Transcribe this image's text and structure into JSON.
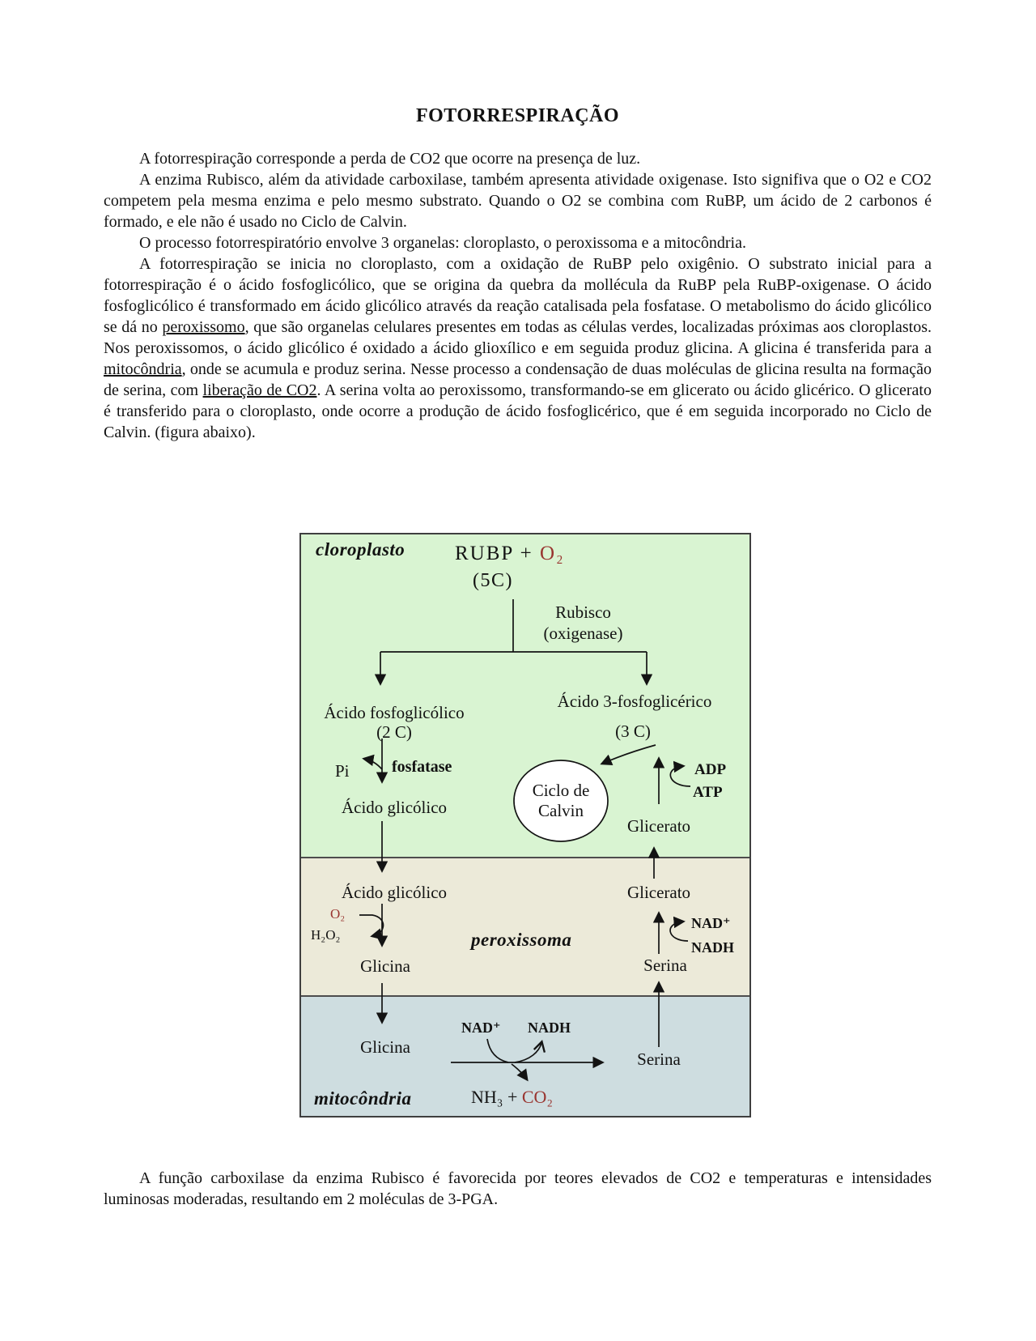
{
  "document": {
    "title": "FOTORRESPIRAÇÃO",
    "paragraph1": "A fotorrespiração corresponde a perda de CO2 que ocorre na presença de luz.",
    "paragraph2": "A enzima Rubisco, além da atividade carboxilase, também apresenta atividade oxigenase. Isto signifiva que o O2 e CO2 competem pela mesma enzima e pelo mesmo substrato. Quando o O2 se combina com RuBP, um ácido de 2 carbonos é formado, e ele não é usado no Ciclo de Calvin.",
    "paragraph3": "O processo fotorrespiratório envolve 3 organelas: cloroplasto, o peroxissoma e a mitocôndria.",
    "paragraph4": {
      "part1": "A fotorrespiração se inicia no cloroplasto, com a oxidação de RuBP pelo oxigênio. O substrato inicial para a fotorrespiração é o ácido fosfoglicólico, que se origina da quebra da mollécula da RuBP pela RuBP-oxigenase. O ácido fosfoglicólico é transformado em ácido glicólico através da reação catalisada pela fosfatase. O metabolismo do ácido glicólico se dá no ",
      "underline1": "peroxissomo",
      "part2": ", que são organelas celulares presentes em todas as células verdes, localizadas próximas aos cloroplastos. Nos peroxissomos, o ácido glicólico é oxidado a ácido glioxílico e em seguida produz glicina. A glicina é transferida para a ",
      "underline2": "mitocôndria",
      "part3": ", onde se acumula e produz serina. Nesse processo a condensação de duas moléculas de glicina resulta na formação de serina, com ",
      "underline3": "liberação de CO2",
      "part4": ". A serina volta ao peroxissomo, transformando-se em glicerato ou ácido glicérico. O glicerato é transferido para o cloroplasto, onde ocorre a produção de ácido fosfoglicérico, que é em seguida incorporado no Ciclo de Calvin. (figura abaixo)."
    },
    "paragraph5": "A função carboxilase da enzima Rubisco é favorecida por teores elevados de CO2 e temperaturas e intensidades luminosas moderadas, resultando em 2 moléculas de 3-PGA."
  },
  "figure": {
    "colors": {
      "chloroplast_bg": "#d9f4d2",
      "peroxisome_bg": "#ecead9",
      "mitochondria_bg": "#cedde0",
      "highlight_red": "#993530",
      "border": "#3f3f3f"
    },
    "chloroplast": {
      "label": "cloroplasto",
      "rubp_prefix": "RUBP + ",
      "rubp_o2": "O₂",
      "rubp_carbons": "(5C)",
      "enzyme_line1": "Rubisco",
      "enzyme_line2": "(oxigenase)",
      "left_product": "Ácido fosfoglicólico",
      "left_product_carbons": "(2 C)",
      "right_product": "Ácido 3-fosfoglicérico",
      "right_product_carbons": "(3 C)",
      "pi": "Pi",
      "phosphatase": "fosfatase",
      "glycolic_acid": "Ácido glicólico",
      "calvin_cycle_line1": "Ciclo de",
      "calvin_cycle_line2": "Calvin",
      "adp": "ADP",
      "atp": "ATP",
      "glycerate": "Glicerato"
    },
    "peroxisome": {
      "label": "peroxissoma",
      "glycolic_acid": "Ácido glicólico",
      "o2": "O₂",
      "h2o2": "H₂O₂",
      "glycine": "Glicina",
      "glycerate": "Glicerato",
      "nad_plus": "NAD⁺",
      "nadh": "NADH",
      "serine": "Serina"
    },
    "mitochondria": {
      "label": "mitocôndria",
      "glycine": "Glicina",
      "nad_plus": "NAD⁺",
      "nadh": "NADH",
      "serine": "Serina",
      "nh3_prefix": "NH₃ + ",
      "co2": "CO₂"
    }
  }
}
